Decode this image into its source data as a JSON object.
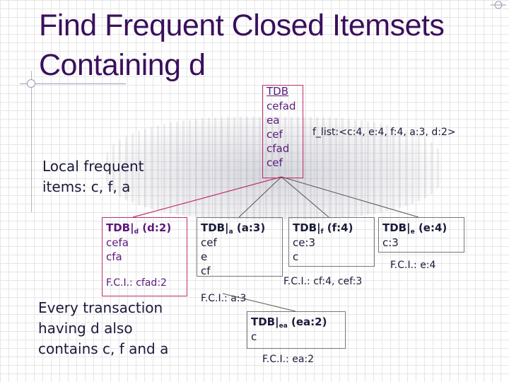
{
  "title": "Find Frequent Closed Itemsets Containing d",
  "tdb": {
    "header": "TDB",
    "transactions": [
      "cefad",
      "ea",
      "cef",
      "cfad",
      "cef"
    ]
  },
  "f_list": "f_list:<c:4, e:4, f:4, a:3, d:2>",
  "local_frequent": "Local frequent items: c, f, a",
  "proj_d": {
    "prefix": "TDB|",
    "sub": "d",
    "count": "(d:2)",
    "items": [
      "cefa",
      "cfa"
    ],
    "fci": "F.C.I.: cfad:2"
  },
  "proj_a": {
    "prefix": "TDB|",
    "sub": "a",
    "count": "(a:3)",
    "items": [
      "cef",
      "e",
      "cf"
    ],
    "fci": "F.C.I.: a:3"
  },
  "proj_f": {
    "prefix": "TDB|",
    "sub": "f",
    "count": "(f:4)",
    "items": [
      "ce:3",
      "c"
    ],
    "fci": "F.C.I.: cf:4, cef:3"
  },
  "proj_e": {
    "prefix": "TDB|",
    "sub": "e",
    "count": "(e:4)",
    "items": [
      "c:3"
    ],
    "fci": "F.C.I.: e:4"
  },
  "proj_ea": {
    "prefix": "TDB|",
    "sub": "ea",
    "count": "(ea:2)",
    "items": [
      "c"
    ],
    "fci": "F.C.I.: ea:2"
  },
  "note": "Every transaction having d also contains c, f and a",
  "colors": {
    "title": "#3a0f5c",
    "text": "#1a1a3a",
    "purple_text": "#5a1a7a",
    "pink_border": "#c0306c",
    "box_border": "#777777"
  }
}
